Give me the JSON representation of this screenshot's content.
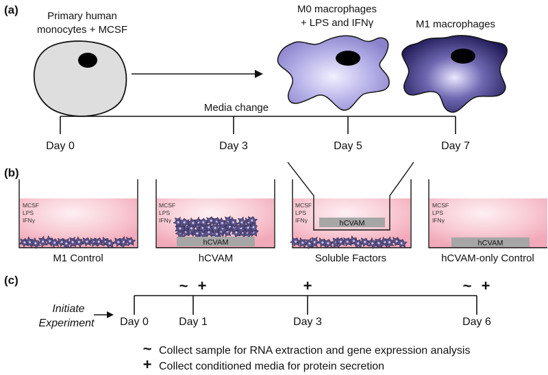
{
  "panels": {
    "a": "(a)",
    "b": "(b)",
    "c": "(c)"
  },
  "timeline_a": {
    "cell_label_1": "Primary human",
    "cell_label_2": "monocytes + MCSF",
    "m0_label_1": "M0 macrophages",
    "m0_label_2": "+ LPS and IFNγ",
    "m1_label": "M1 macrophages",
    "media_change": "Media change",
    "days": [
      "Day 0",
      "Day 3",
      "Day 5",
      "Day 7"
    ]
  },
  "wells": {
    "media": [
      "MCSF",
      "LPS",
      "IFNγ"
    ],
    "scaffold": "hCVAM",
    "labels": [
      "M1 Control",
      "hCVAM",
      "Soluble Factors",
      "hCVAM-only Control"
    ]
  },
  "timeline_c": {
    "initiate_1": "Initiate",
    "initiate_2": "Experiment",
    "days": [
      "Day 0",
      "Day 1",
      "Day 3",
      "Day 6"
    ],
    "tilde": "~",
    "plus": "+"
  },
  "legend": {
    "tilde_symbol": "~",
    "tilde_text": "Collect sample for RNA extraction and gene expression analysis",
    "plus_symbol": "+",
    "plus_text": "Collect conditioned media for protein secretion"
  },
  "colors": {
    "cell_grey": "#dedede",
    "m0_purple": "#9c96d6",
    "m1_purple": "#2d2766",
    "media_pink": "#f5b9c6",
    "scaffold_grey": "#a6a6a6",
    "cell_cluster": "#5a5288"
  }
}
